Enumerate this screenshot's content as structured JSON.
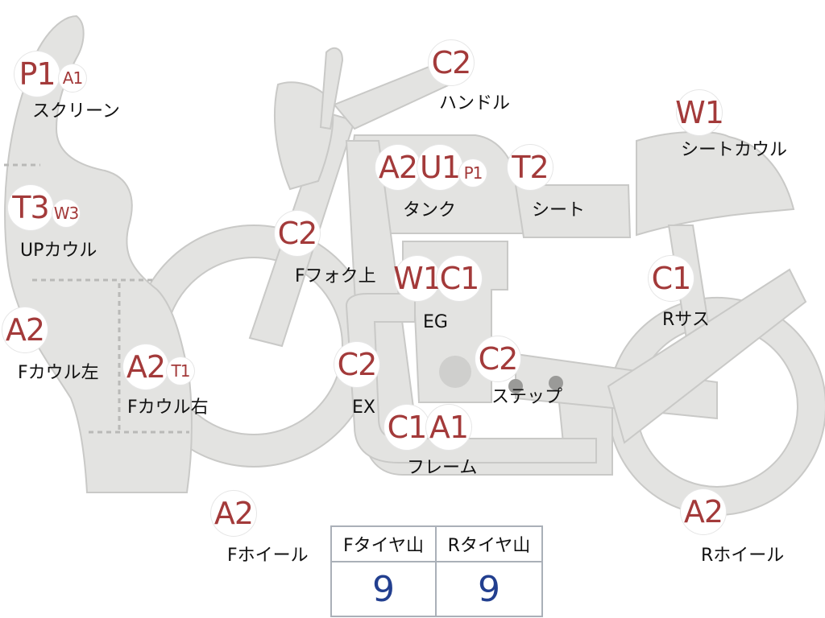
{
  "colors": {
    "part_fill": "#e3e3e1",
    "part_stroke": "#c9c9c7",
    "badge_text": "#a33a3a",
    "value_text": "#223f8f",
    "divider": "#aab0b8"
  },
  "parts": [
    {
      "id": "screen",
      "label": "スクリーン",
      "badges": [
        "P1",
        "A1"
      ]
    },
    {
      "id": "handle",
      "label": "ハンドル",
      "badges": [
        "C2"
      ]
    },
    {
      "id": "seat-cowl",
      "label": "シートカウル",
      "badges": [
        "W1"
      ]
    },
    {
      "id": "tank",
      "label": "タンク",
      "badges": [
        "A2",
        "U1",
        "P1"
      ]
    },
    {
      "id": "seat",
      "label": "シート",
      "badges": [
        "T2"
      ]
    },
    {
      "id": "up-cowl",
      "label": "UPカウル",
      "badges": [
        "T3",
        "W3"
      ]
    },
    {
      "id": "front-fork",
      "label": "Fフォク上",
      "badges": [
        "C2"
      ]
    },
    {
      "id": "engine",
      "label": "EG",
      "badges": [
        "W1",
        "C1"
      ]
    },
    {
      "id": "rear-sus",
      "label": "Rサス",
      "badges": [
        "C1"
      ]
    },
    {
      "id": "f-cowl-left",
      "label": "Fカウル左",
      "badges": [
        "A2"
      ]
    },
    {
      "id": "f-cowl-right",
      "label": "Fカウル右",
      "badges": [
        "A2",
        "T1"
      ]
    },
    {
      "id": "exhaust",
      "label": "EX",
      "badges": [
        "C2"
      ]
    },
    {
      "id": "step",
      "label": "ステップ",
      "badges": [
        "C2"
      ]
    },
    {
      "id": "frame",
      "label": "フレーム",
      "badges": [
        "C1",
        "A1"
      ]
    },
    {
      "id": "front-wheel",
      "label": "Fホイール",
      "badges": [
        "A2"
      ]
    },
    {
      "id": "rear-wheel",
      "label": "Rホイール",
      "badges": [
        "A2"
      ]
    }
  ],
  "tire_table": {
    "headers": [
      "Fタイヤ山",
      "Rタイヤ山"
    ],
    "values": [
      "9",
      "9"
    ]
  }
}
